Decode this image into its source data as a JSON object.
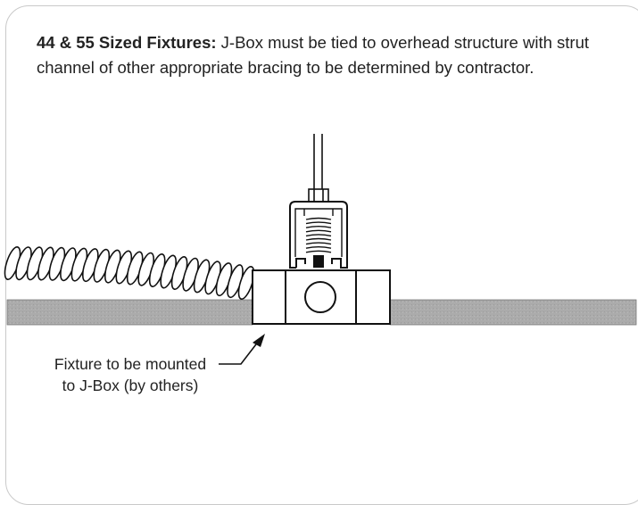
{
  "note": {
    "heading": "44 & 55 Sized Fixtures:",
    "body": " J-Box must be tied to overhead structure with strut channel of other appropriate bracing to be determined by contractor."
  },
  "caption": {
    "line1": "Fixture to be mounted",
    "line2": "to J-Box (by others)"
  },
  "colors": {
    "ceiling": "#a9a9a9",
    "line": "#111111",
    "card_border": "#c9c9c9"
  }
}
